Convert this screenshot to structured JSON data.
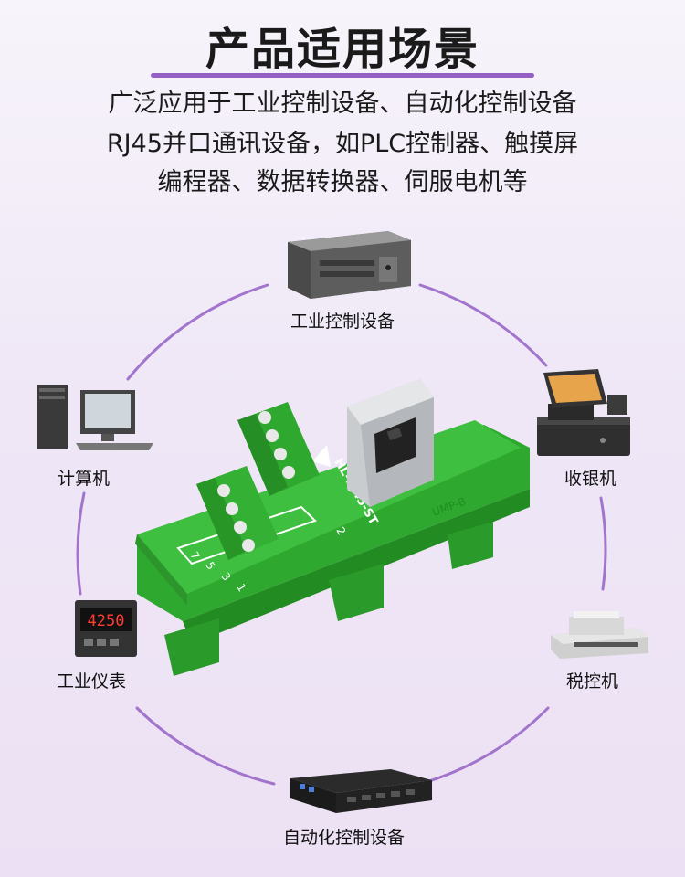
{
  "header": {
    "title": "产品适用场景",
    "lines": [
      "广泛应用于工业控制设备、自动化控制设备",
      "RJ45并口通讯设备，如PLC控制器、触摸屏",
      "编程器、数据转换器、伺服电机等"
    ]
  },
  "devices": [
    {
      "label": "工业控制设备",
      "icon": "industrial-server-icon"
    },
    {
      "label": "计算机",
      "icon": "desktop-computer-icon"
    },
    {
      "label": "收银机",
      "icon": "cash-register-icon"
    },
    {
      "label": "工业仪表",
      "icon": "industrial-meter-icon"
    },
    {
      "label": "税控机",
      "icon": "tax-printer-icon"
    },
    {
      "label": "自动化控制设备",
      "icon": "automation-box-icon"
    }
  ],
  "product": {
    "model": "HL-RJ45-ST",
    "series": "UMP-B",
    "terminal_numbers": [
      "7",
      "5",
      "3",
      "1"
    ],
    "terminal_number_right": "2",
    "meter_reading": "4250"
  },
  "colors": {
    "ring": "#9460c4",
    "board_green": "#3fbf3f",
    "terminal_green": "#2fa82f"
  }
}
